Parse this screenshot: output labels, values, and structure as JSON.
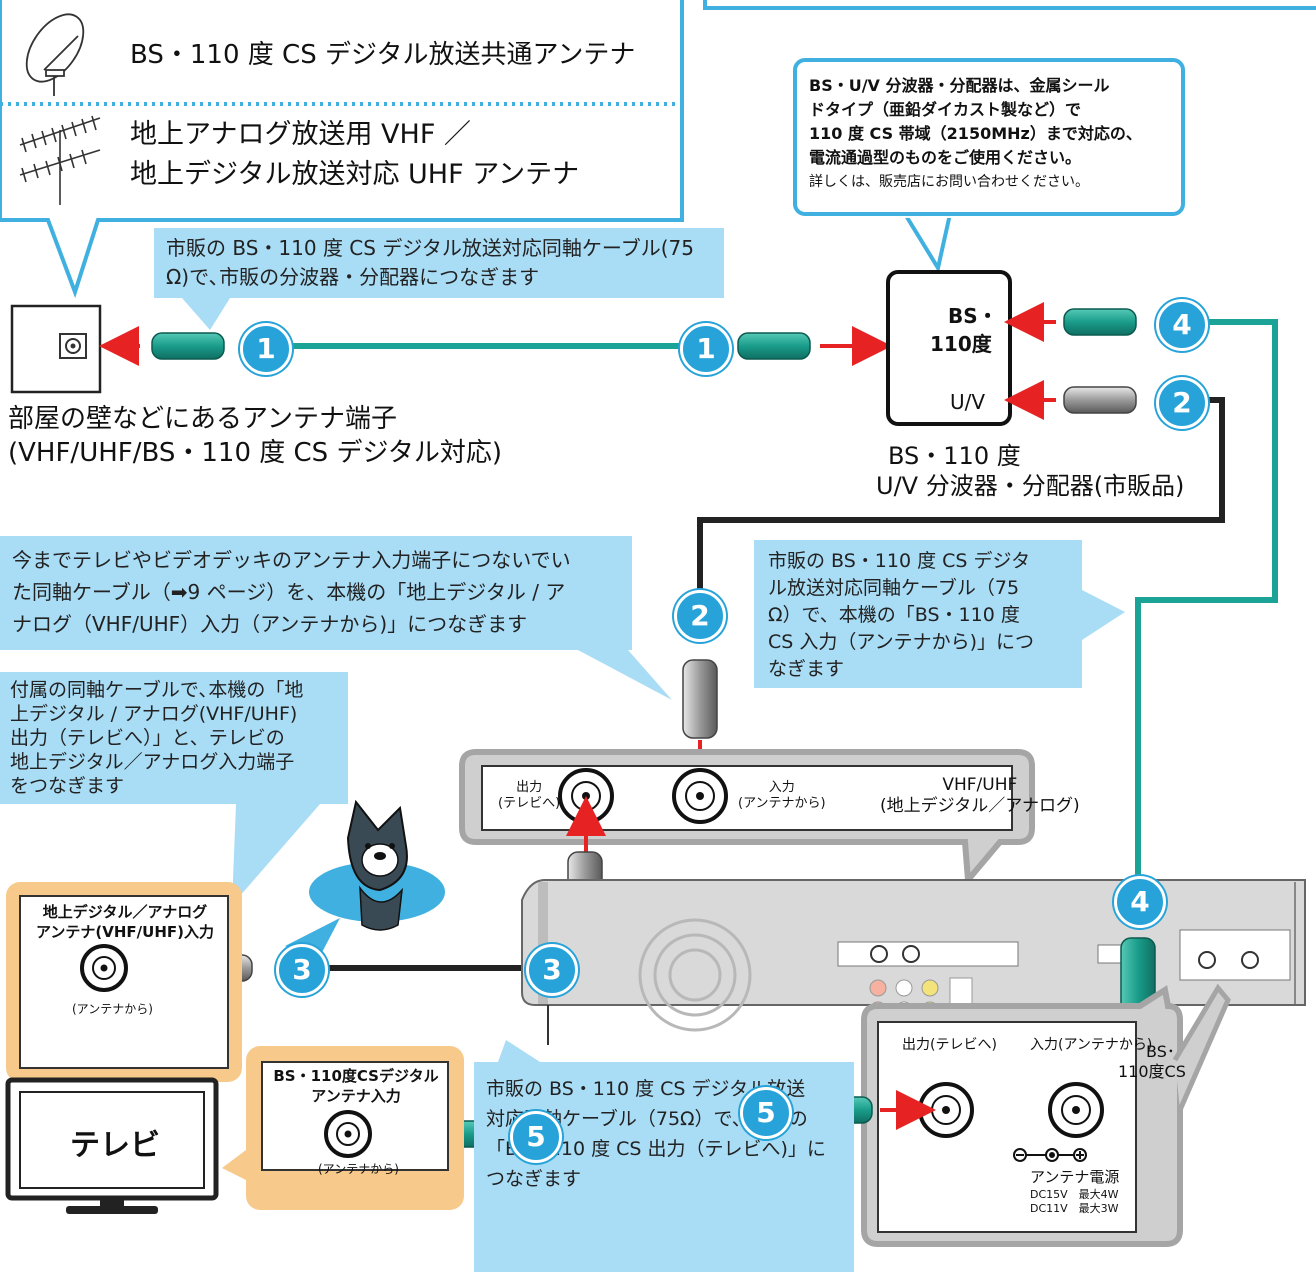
{
  "antenna_box": {
    "bs_cs_label": "BS・110 度 CS デジタル放送共通アンテナ",
    "terrestrial_line1": "地上アナログ放送用 VHF ／",
    "terrestrial_line2": "地上デジタル放送対応 UHF アンテナ"
  },
  "note_top": {
    "line1": "市販の BS・110 度 CS デジタル放送対応同軸ケーブル(75",
    "line2": "Ω)で､市販の分波器・分配器につなぎます"
  },
  "wall_terminal": {
    "line1": "部屋の壁などにあるアンテナ端子",
    "line2": "(VHF/UHF/BS・110 度 CS デジタル対応)"
  },
  "splitter_note": {
    "bold1": "BS・U/V 分波器・分配器は、金属シール",
    "bold2": "ドタイプ（亜鉛ダイカスト製など）で",
    "bold3": "110 度 CS 帯域（2150MHz）まで対応の、",
    "bold4": "電流通過型のものをご使用ください。",
    "small": "詳しくは、販売店にお問い合わせください。"
  },
  "splitter": {
    "bs_label1": "BS・",
    "bs_label2": "110度",
    "uv_label": "U/V",
    "name1": "BS・110 度",
    "name2": "U/V 分波器・分配器(市販品)"
  },
  "note_2": {
    "line1": "今までテレビやビデオデッキのアンテナ入力端子につないでい",
    "line2": "た同軸ケーブル（➡9 ページ）を、本機の「地上デジタル / ア",
    "line3": "ナログ（VHF/UHF）入力（アンテナから)」につなぎます"
  },
  "note_4": {
    "line1": "市販の BS・110 度 CS デジタ",
    "line2": "ル放送対応同軸ケーブル（75",
    "line3": "Ω）で、本機の「BS・110 度",
    "line4": "CS 入力（アンテナから)」につ",
    "line5": "なぎます"
  },
  "note_3": {
    "line1": "付属の同軸ケーブルで､本機の「地",
    "line2": "上デジタル / アナログ(VHF/UHF)",
    "line3": "出力（テレビへ）」と、テレビの",
    "line4": "地上デジタル／アナログ入力端子",
    "line5": "をつなぎます"
  },
  "note_5": {
    "line1": "市販の BS・110 度 CS デジタル放送",
    "line2": "対応同軸ケーブル（75Ω）で、本機の",
    "line3": "「BS・110 度 CS 出力（テレビへ)」に",
    "line4": "つなぎます"
  },
  "vhf_panel": {
    "out_label1": "出力",
    "out_label2": "(テレビへ)",
    "in_label1": "入力",
    "in_label2": "(アンテナから)",
    "title1": "VHF/UHF",
    "title2": "(地上デジタル／アナログ)"
  },
  "bs_panel": {
    "out_label": "出力(テレビへ)",
    "in_label": "入力(アンテナから)",
    "name1": "BS･",
    "name2": "110度CS",
    "power_label": "アンテナ電源",
    "power_dc15": "DC15V　最大4W",
    "power_dc11": "DC11V　最大3W"
  },
  "tv_inputs": {
    "terrestrial_title1": "地上デジタル／アナログ",
    "terrestrial_title2": "アンテナ(VHF/UHF)入力",
    "terrestrial_sub": "(アンテナから)",
    "bs_title1": "BS・110度CSデジタル",
    "bs_title2": "アンテナ入力",
    "bs_sub": "(アンテナから)",
    "tv_label": "テレビ"
  },
  "steps": [
    "1",
    "2",
    "3",
    "4",
    "5"
  ],
  "colors": {
    "callout_border": "#3fb0df",
    "note_fill": "#a9dcf5",
    "step_fill": "#27a3d9",
    "teal_cable": "#1aa396",
    "black_cable": "#222222",
    "arrow_red": "#e62222",
    "panel_gray": "#cfcfcf",
    "tv_tab": "#f7c98a"
  }
}
